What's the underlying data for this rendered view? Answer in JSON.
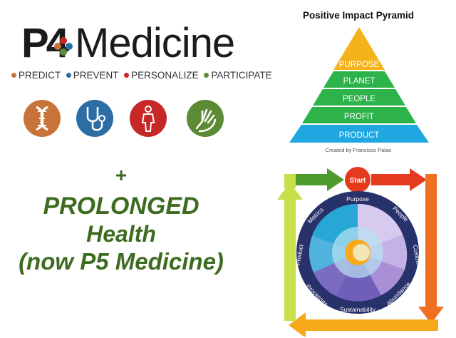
{
  "p4_logo": {
    "prefix": "P4",
    "word": "Medicine",
    "tagline": [
      "PREDICT",
      "PREVENT",
      "PERSONALIZE",
      "PARTICIPATE"
    ],
    "tagline_colors": [
      "#c8733a",
      "#2c6ea3",
      "#c62828",
      "#5d8a35"
    ],
    "icons": [
      {
        "name": "dna-icon",
        "color": "#c8733a"
      },
      {
        "name": "stethoscope-icon",
        "color": "#2c6ea3"
      },
      {
        "name": "person-icon",
        "color": "#c62828"
      },
      {
        "name": "hand-icon",
        "color": "#5d8a35"
      }
    ]
  },
  "statement": {
    "plus": "+",
    "line1": "PROLONGED",
    "line2": "Health",
    "line3": "(now P5 Medicine)"
  },
  "pyramid": {
    "title": "Positive Impact Pyramid",
    "levels": [
      {
        "label": "PURPOSE",
        "color": "#f5b21a"
      },
      {
        "label": "PLANET",
        "color": "#2db34a"
      },
      {
        "label": "PEOPLE",
        "color": "#2db34a"
      },
      {
        "label": "PROFIT",
        "color": "#2db34a"
      },
      {
        "label": "PRODUCT",
        "color": "#1ea7e1"
      }
    ],
    "credit": "Created by Francisco Palao"
  },
  "cycle": {
    "start_label": "Start",
    "segments": [
      "Purpose",
      "People",
      "Customer",
      "Abundance",
      "Sustainability",
      "Processes",
      "Product",
      "Metrics"
    ],
    "arrow_colors": [
      "#4e9a2c",
      "#e53a1e",
      "#f07021",
      "#f7a81b",
      "#c7e04a"
    ]
  }
}
